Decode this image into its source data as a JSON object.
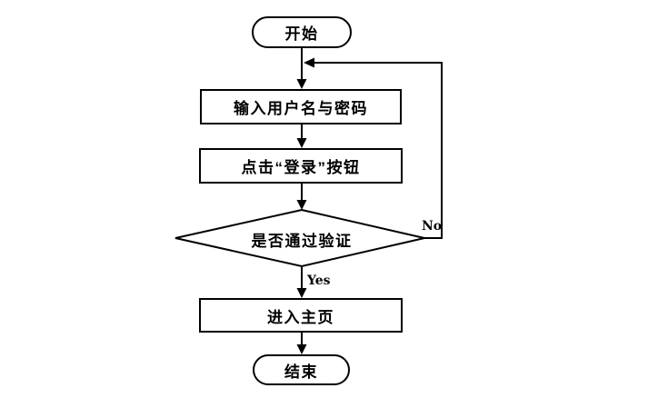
{
  "diagram": {
    "type": "flowchart",
    "colors": {
      "line": "#000000",
      "background": "#ffffff",
      "node_fill": "#ffffff",
      "text": "#000000"
    },
    "nodes": {
      "start": {
        "label": "开始",
        "shape": "stadium"
      },
      "input": {
        "label": "输入用户名与密码",
        "shape": "process"
      },
      "click": {
        "label": "点击“登录”按钮",
        "shape": "process"
      },
      "decision": {
        "label": "是否通过验证",
        "shape": "decision"
      },
      "homepage": {
        "label": "进入主页",
        "shape": "process"
      },
      "end": {
        "label": "结束",
        "shape": "stadium"
      }
    },
    "edge_labels": {
      "yes": "Yes",
      "no": "No"
    },
    "edges": [
      {
        "from": "start",
        "to": "input",
        "label": ""
      },
      {
        "from": "input",
        "to": "click",
        "label": ""
      },
      {
        "from": "click",
        "to": "decision",
        "label": ""
      },
      {
        "from": "decision",
        "to": "homepage",
        "label": "Yes"
      },
      {
        "from": "decision",
        "to": "input",
        "label": "No",
        "style": "loop-back-right-top"
      },
      {
        "from": "homepage",
        "to": "end",
        "label": ""
      }
    ]
  }
}
